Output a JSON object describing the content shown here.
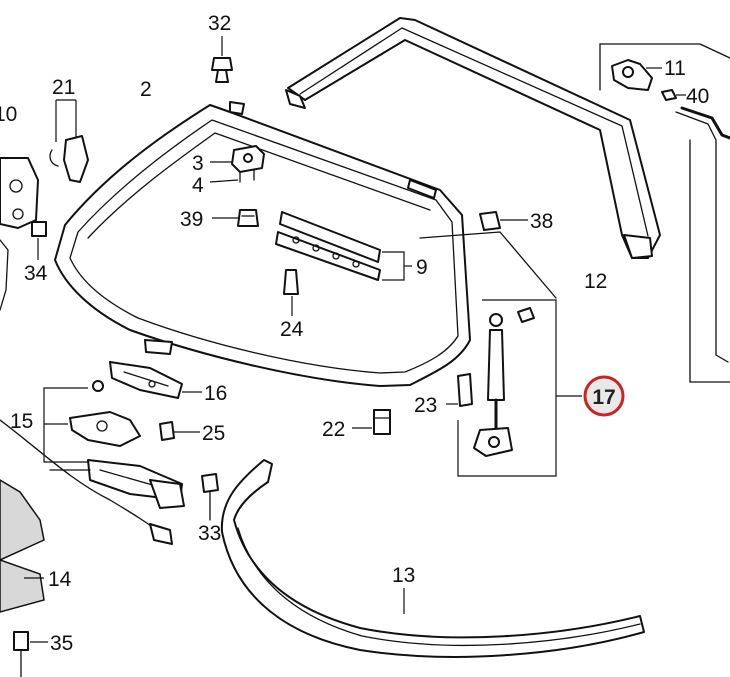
{
  "callouts": {
    "c2": "2",
    "c3": "3",
    "c4": "4",
    "c9": "9",
    "c10": "10",
    "c11": "11",
    "c12": "12",
    "c13": "13",
    "c14": "14",
    "c15": "15",
    "c16": "16",
    "c17": "17",
    "c21": "21",
    "c22": "22",
    "c23": "23",
    "c24": "24",
    "c25": "25",
    "c32": "32",
    "c33": "33",
    "c34": "34",
    "c35": "35",
    "c38": "38",
    "c39": "39",
    "c40": "40"
  },
  "colors": {
    "line": "#111111",
    "highlight_ring": "#cc2222",
    "highlight_fill": "#e9e9e9"
  }
}
